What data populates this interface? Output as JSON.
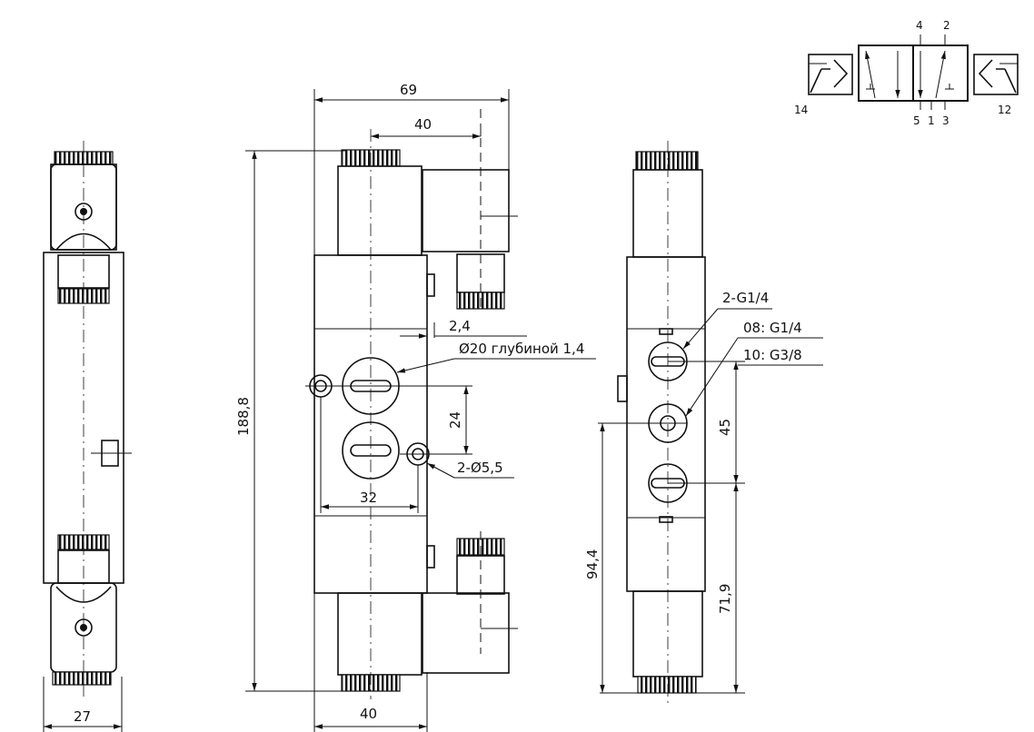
{
  "symbol": {
    "ports_top": [
      "4",
      "2"
    ],
    "ports_bottom": [
      "5",
      "1",
      "3"
    ],
    "pilot_left": "14",
    "pilot_right": "12"
  },
  "side_view": {
    "width_dim": "27"
  },
  "front_view": {
    "overall_width": "69",
    "coil_offset": "40",
    "overall_height": "188,8",
    "recess_depth": "2,4",
    "recess_callout": "Ø20 глубиной 1,4",
    "hole_spacing": "24",
    "mount_holes": "2-Ø5,5",
    "port_spacing": "32",
    "body_width": "40"
  },
  "end_view": {
    "port_exhaust": "2-G1/4",
    "port_08": "08: G1/4",
    "port_10": "10: G3/8",
    "port_pitch": "45",
    "height_to_port": "94,4",
    "lower_height": "71,9"
  }
}
